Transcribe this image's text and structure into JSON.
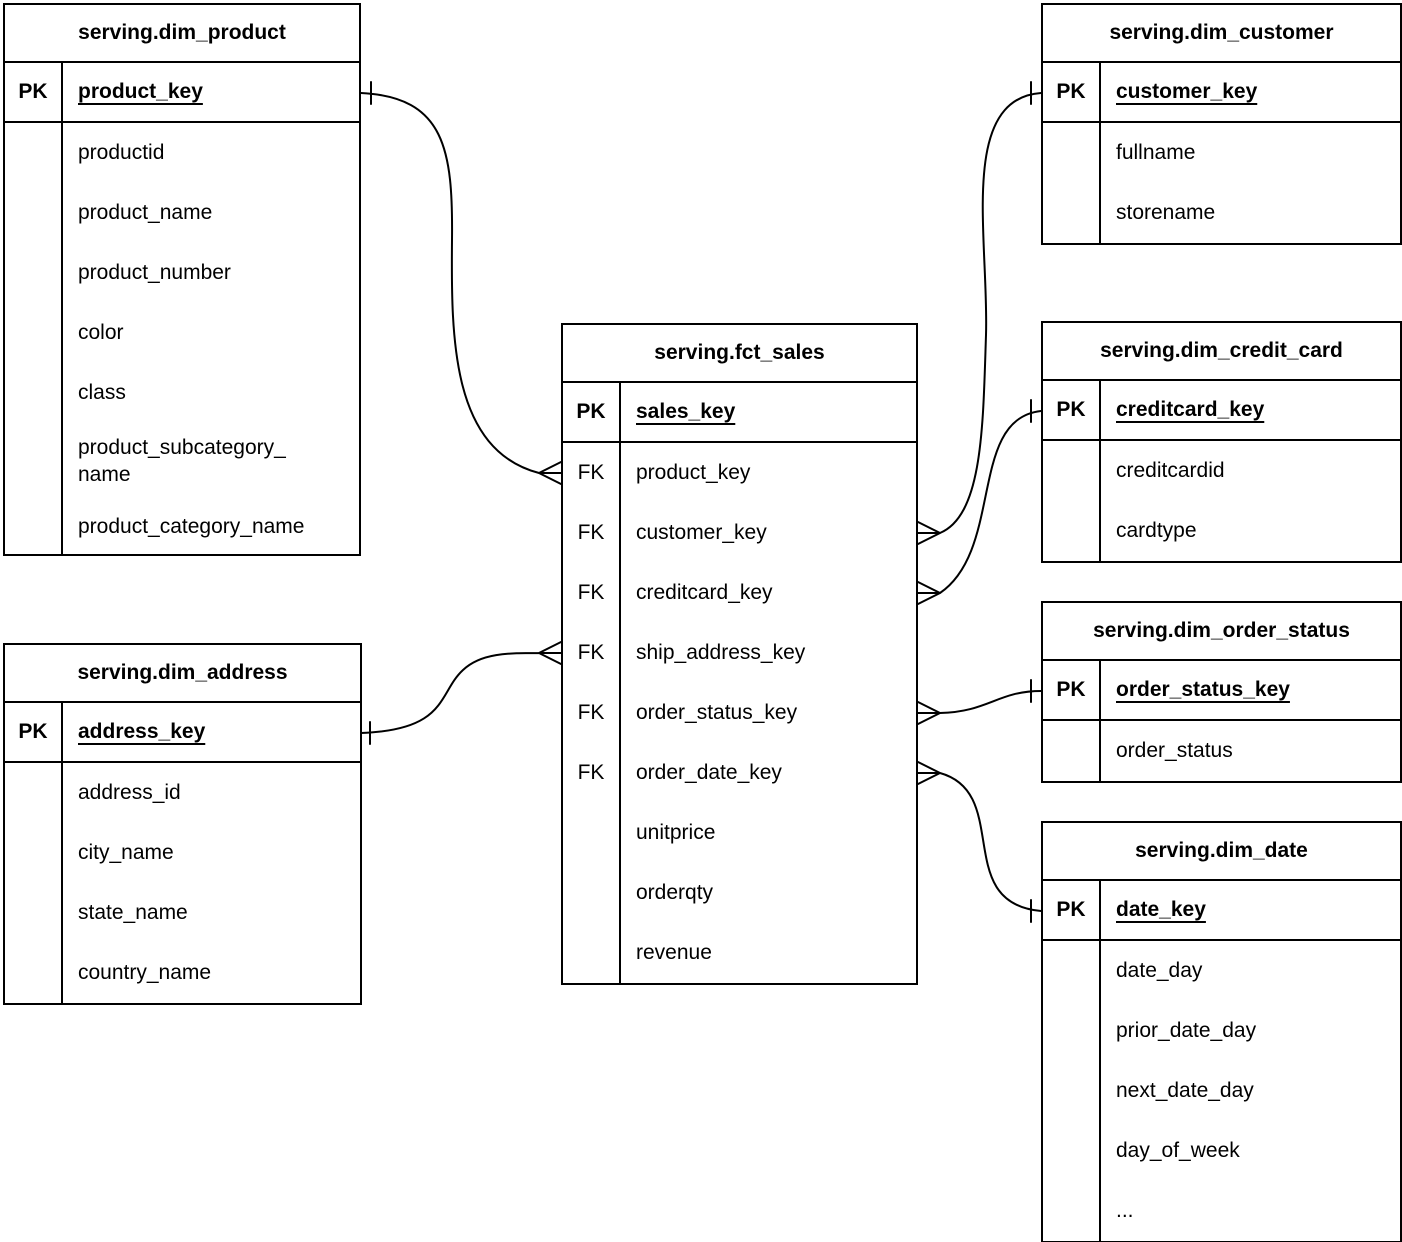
{
  "tables": {
    "dim_product": {
      "title": "serving.dim_product",
      "pk": {
        "label": "PK",
        "field": "product_key"
      },
      "fields": [
        {
          "key": "",
          "name": "productid"
        },
        {
          "key": "",
          "name": "product_name"
        },
        {
          "key": "",
          "name": "product_number"
        },
        {
          "key": "",
          "name": "color"
        },
        {
          "key": "",
          "name": "class"
        },
        {
          "key": "",
          "name": "product_subcategory_name"
        },
        {
          "key": "",
          "name": "product_category_name"
        }
      ]
    },
    "dim_customer": {
      "title": "serving.dim_customer",
      "pk": {
        "label": "PK",
        "field": "customer_key"
      },
      "fields": [
        {
          "key": "",
          "name": "fullname"
        },
        {
          "key": "",
          "name": "storename"
        }
      ]
    },
    "fct_sales": {
      "title": "serving.fct_sales",
      "pk": {
        "label": "PK",
        "field": "sales_key"
      },
      "fields": [
        {
          "key": "FK",
          "name": "product_key"
        },
        {
          "key": "FK",
          "name": "customer_key"
        },
        {
          "key": "FK",
          "name": "creditcard_key"
        },
        {
          "key": "FK",
          "name": "ship_address_key"
        },
        {
          "key": "FK",
          "name": "order_status_key"
        },
        {
          "key": "FK",
          "name": "order_date_key"
        },
        {
          "key": "",
          "name": "unitprice"
        },
        {
          "key": "",
          "name": "orderqty"
        },
        {
          "key": "",
          "name": "revenue"
        }
      ]
    },
    "dim_credit_card": {
      "title": "serving.dim_credit_card",
      "pk": {
        "label": "PK",
        "field": "creditcard_key"
      },
      "fields": [
        {
          "key": "",
          "name": "creditcardid"
        },
        {
          "key": "",
          "name": "cardtype"
        }
      ]
    },
    "dim_order_status": {
      "title": "serving.dim_order_status",
      "pk": {
        "label": "PK",
        "field": "order_status_key"
      },
      "fields": [
        {
          "key": "",
          "name": "order_status"
        }
      ]
    },
    "dim_date": {
      "title": "serving.dim_date",
      "pk": {
        "label": "PK",
        "field": "date_key"
      },
      "fields": [
        {
          "key": "",
          "name": "date_day"
        },
        {
          "key": "",
          "name": "prior_date_day"
        },
        {
          "key": "",
          "name": "next_date_day"
        },
        {
          "key": "",
          "name": "day_of_week"
        },
        {
          "key": "",
          "name": "..."
        }
      ]
    },
    "dim_address": {
      "title": "serving.dim_address",
      "pk": {
        "label": "PK",
        "field": "address_key"
      },
      "fields": [
        {
          "key": "",
          "name": "address_id"
        },
        {
          "key": "",
          "name": "city_name"
        },
        {
          "key": "",
          "name": "state_name"
        },
        {
          "key": "",
          "name": "country_name"
        }
      ]
    }
  },
  "relationships": [
    {
      "from_table": "serving.fct_sales",
      "from_field": "product_key",
      "to_table": "serving.dim_product",
      "to_field": "product_key",
      "from_cardinality": "many",
      "to_cardinality": "one"
    },
    {
      "from_table": "serving.fct_sales",
      "from_field": "customer_key",
      "to_table": "serving.dim_customer",
      "to_field": "customer_key",
      "from_cardinality": "many",
      "to_cardinality": "one"
    },
    {
      "from_table": "serving.fct_sales",
      "from_field": "creditcard_key",
      "to_table": "serving.dim_credit_card",
      "to_field": "creditcard_key",
      "from_cardinality": "many",
      "to_cardinality": "one"
    },
    {
      "from_table": "serving.fct_sales",
      "from_field": "ship_address_key",
      "to_table": "serving.dim_address",
      "to_field": "address_key",
      "from_cardinality": "many",
      "to_cardinality": "one"
    },
    {
      "from_table": "serving.fct_sales",
      "from_field": "order_status_key",
      "to_table": "serving.dim_order_status",
      "to_field": "order_status_key",
      "from_cardinality": "many",
      "to_cardinality": "one"
    },
    {
      "from_table": "serving.fct_sales",
      "from_field": "order_date_key",
      "to_table": "serving.dim_date",
      "to_field": "date_key",
      "from_cardinality": "many",
      "to_cardinality": "one"
    }
  ],
  "colors": {
    "line": "#000000",
    "background": "#ffffff",
    "text": "#000000"
  }
}
